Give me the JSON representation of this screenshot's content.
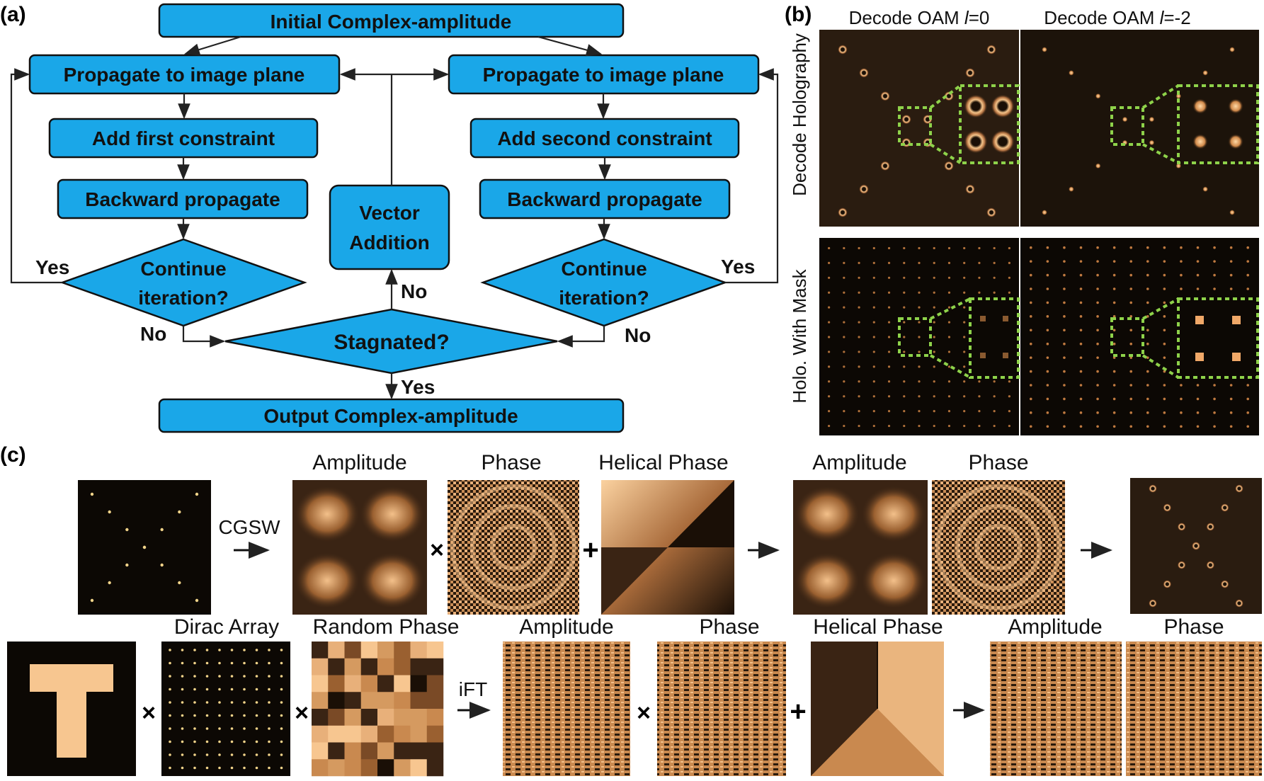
{
  "panel_a": {
    "label": "(a)",
    "initial": "Initial Complex-amplitude",
    "propagate_left": "Propagate to image plane",
    "propagate_right": "Propagate to image plane",
    "first_constraint": "Add first constraint",
    "second_constraint": "Add second constraint",
    "backward_left": "Backward propagate",
    "backward_right": "Backward propagate",
    "vector_line1": "Vector",
    "vector_line2": "Addition",
    "continue_line1": "Continue",
    "continue_line2": "iteration?",
    "stagnated": "Stagnated?",
    "output": "Output Complex-amplitude",
    "yes": "Yes",
    "no": "No",
    "box_color": "#1aa7e8"
  },
  "panel_b": {
    "label": "(b)",
    "col1_prefix": "Decode OAM ",
    "col1_l": "l",
    "col1_suffix": "=0",
    "col2_prefix": "Decode OAM ",
    "col2_l": "l",
    "col2_suffix": "=-2",
    "row1": "Decode Holography",
    "row2": "Holo. With Mask",
    "zoom_color": "#8ed24a"
  },
  "panel_c": {
    "label": "(c)",
    "top": {
      "cgsw": "CGSW",
      "amplitude": "Amplitude",
      "phase": "Phase",
      "helical": "Helical Phase",
      "amplitude2": "Amplitude",
      "phase2": "Phase"
    },
    "bottom": {
      "dirac": "Dirac Array",
      "random": "Random Phase",
      "ift": "iFT",
      "amplitude": "Amplitude",
      "phase": "Phase",
      "helical": "Helical Phase",
      "amplitude2": "Amplitude",
      "phase2": "Phase"
    },
    "times": "×",
    "plus": "+",
    "arrow": "⟶",
    "beam_color": "#f7c690"
  }
}
